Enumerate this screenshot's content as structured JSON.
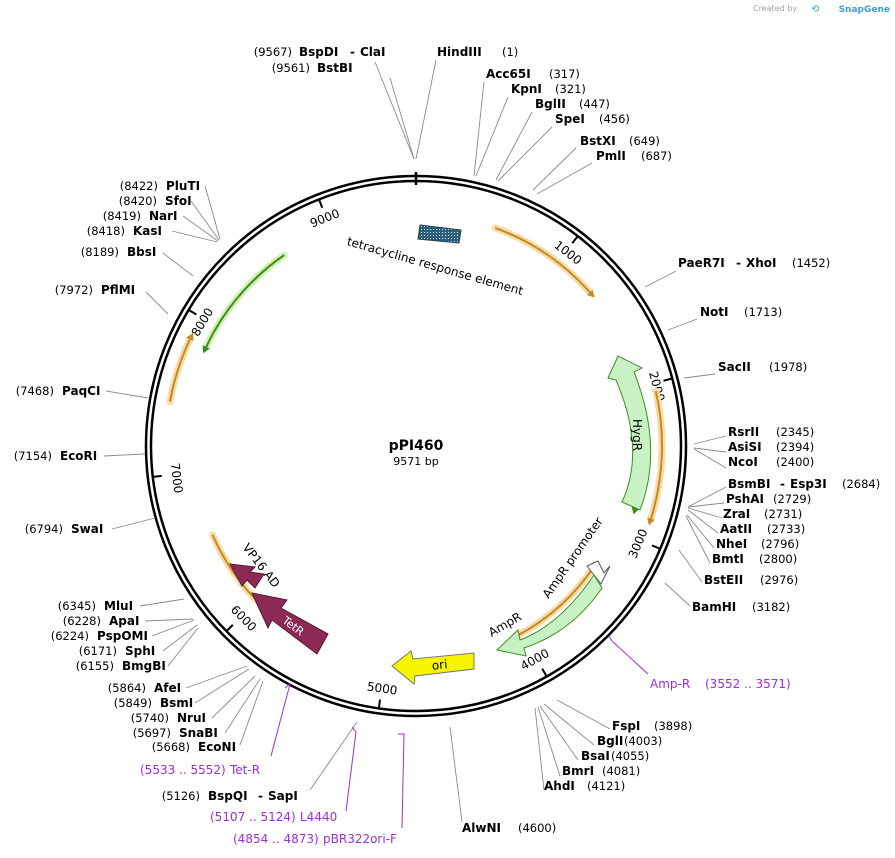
{
  "header": {
    "created_by": "Created by",
    "brand": "SnapGene"
  },
  "plasmid": {
    "name": "pPI460",
    "length_label": "9571 bp",
    "length": 9571
  },
  "ticks": [
    {
      "bp": 1000,
      "label": "1000"
    },
    {
      "bp": 2000,
      "label": "2000"
    },
    {
      "bp": 3000,
      "label": "3000"
    },
    {
      "bp": 4000,
      "label": "4000"
    },
    {
      "bp": 5000,
      "label": "5000"
    },
    {
      "bp": 6000,
      "label": "6000"
    },
    {
      "bp": 7000,
      "label": "7000"
    },
    {
      "bp": 8000,
      "label": "8000"
    },
    {
      "bp": 9000,
      "label": "9000"
    }
  ],
  "enzymes": [
    {
      "id": "bspdi",
      "label_name": "BspDI",
      "label_name2": "ClaI",
      "pos_text": "(9567)",
      "bp": 9567
    },
    {
      "id": "bstbi",
      "label_name": "BstBI",
      "pos_text": "(9561)",
      "bp": 9561
    },
    {
      "id": "hindiii",
      "label_name": "HindIII",
      "pos_text": "(1)",
      "bp": 1
    },
    {
      "id": "acc65i",
      "label_name": "Acc65I",
      "pos_text": "(317)",
      "bp": 317
    },
    {
      "id": "kpni",
      "label_name": "KpnI",
      "pos_text": "(321)",
      "bp": 321
    },
    {
      "id": "bglii",
      "label_name": "BglII",
      "pos_text": "(447)",
      "bp": 447
    },
    {
      "id": "spei",
      "label_name": "SpeI",
      "pos_text": "(456)",
      "bp": 456
    },
    {
      "id": "bstxi",
      "label_name": "BstXI",
      "pos_text": "(649)",
      "bp": 649
    },
    {
      "id": "pmli",
      "label_name": "PmlI",
      "pos_text": "(687)",
      "bp": 687
    },
    {
      "id": "paer7i",
      "label_name": "PaeR7I",
      "label_name2": "XhoI",
      "pos_text": "(1452)",
      "bp": 1452
    },
    {
      "id": "noti",
      "label_name": "NotI",
      "pos_text": "(1713)",
      "bp": 1713
    },
    {
      "id": "sacii",
      "label_name": "SacII",
      "pos_text": "(1978)",
      "bp": 1978
    },
    {
      "id": "rsrii",
      "label_name": "RsrII",
      "pos_text": "(2345)",
      "bp": 2345
    },
    {
      "id": "asisi",
      "label_name": "AsiSI",
      "pos_text": "(2394)",
      "bp": 2394
    },
    {
      "id": "ncoi",
      "label_name": "NcoI",
      "pos_text": "(2400)",
      "bp": 2400
    },
    {
      "id": "bsmbi",
      "label_name": "BsmBI",
      "label_name2": "Esp3I",
      "pos_text": "(2684)",
      "bp": 2684
    },
    {
      "id": "pshai",
      "label_name": "PshAI",
      "pos_text": "(2729)",
      "bp": 2729
    },
    {
      "id": "zrai",
      "label_name": "ZraI",
      "pos_text": "(2731)",
      "bp": 2731
    },
    {
      "id": "aatii",
      "label_name": "AatII",
      "pos_text": "(2733)",
      "bp": 2733
    },
    {
      "id": "nhei",
      "label_name": "NheI",
      "pos_text": "(2796)",
      "bp": 2796
    },
    {
      "id": "bmti",
      "label_name": "BmtI",
      "pos_text": "(2800)",
      "bp": 2800
    },
    {
      "id": "bsteii",
      "label_name": "BstEII",
      "pos_text": "(2976)",
      "bp": 2976
    },
    {
      "id": "bamhi",
      "label_name": "BamHI",
      "pos_text": "(3182)",
      "bp": 3182
    },
    {
      "id": "fspi",
      "label_name": "FspI",
      "pos_text": "(3898)",
      "bp": 3898
    },
    {
      "id": "bgli",
      "label_name": "BglI",
      "pos_text": "(4003)",
      "bp": 4003
    },
    {
      "id": "bsai",
      "label_name": "BsaI",
      "pos_text": "(4055)",
      "bp": 4055
    },
    {
      "id": "bmri",
      "label_name": "BmrI",
      "pos_text": "(4081)",
      "bp": 4081
    },
    {
      "id": "ahdi",
      "label_name": "AhdI",
      "pos_text": "(4121)",
      "bp": 4121
    },
    {
      "id": "alwni",
      "label_name": "AlwNI",
      "pos_text": "(4600)",
      "bp": 4600
    },
    {
      "id": "bspqi",
      "label_name": "BspQI",
      "label_name2": "SapI",
      "pos_text": "(5126)",
      "bp": 5126
    },
    {
      "id": "econi",
      "label_name": "EcoNI",
      "pos_text": "(5668)",
      "bp": 5668
    },
    {
      "id": "snabi",
      "label_name": "SnaBI",
      "pos_text": "(5697)",
      "bp": 5697
    },
    {
      "id": "brui",
      "label_name": "NruI",
      "pos_text": "(5740)",
      "bp": 5740
    },
    {
      "id": "bsmi",
      "label_name": "BsmI",
      "pos_text": "(5849)",
      "bp": 5849
    },
    {
      "id": "afei",
      "label_name": "AfeI",
      "pos_text": "(5864)",
      "bp": 5864
    },
    {
      "id": "bmgbi",
      "label_name": "BmgBI",
      "pos_text": "(6155)",
      "bp": 6155
    },
    {
      "id": "sphi",
      "label_name": "SphI",
      "pos_text": "(6171)",
      "bp": 6171
    },
    {
      "id": "pspomi",
      "label_name": "PspOMI",
      "pos_text": "(6224)",
      "bp": 6224
    },
    {
      "id": "apai",
      "label_name": "ApaI",
      "pos_text": "(6228)",
      "bp": 6228
    },
    {
      "id": "mlui",
      "label_name": "MluI",
      "pos_text": "(6345)",
      "bp": 6345
    },
    {
      "id": "swai",
      "label_name": "SwaI",
      "pos_text": "(6794)",
      "bp": 6794
    },
    {
      "id": "ecori",
      "label_name": "EcoRI",
      "pos_text": "(7154)",
      "bp": 7154
    },
    {
      "id": "paqci",
      "label_name": "PaqCI",
      "pos_text": "(7468)",
      "bp": 7468
    },
    {
      "id": "pflmi",
      "label_name": "PflMI",
      "pos_text": "(7972)",
      "bp": 7972
    },
    {
      "id": "bbsi",
      "label_name": "BbsI",
      "pos_text": "(8189)",
      "bp": 8189
    },
    {
      "id": "kasi",
      "label_name": "KasI",
      "pos_text": "(8418)",
      "bp": 8418
    },
    {
      "id": "nari",
      "label_name": "NarI",
      "pos_text": "(8419)",
      "bp": 8419
    },
    {
      "id": "sfoi",
      "label_name": "SfoI",
      "pos_text": "(8420)",
      "bp": 8420
    },
    {
      "id": "pluti",
      "label_name": "PluTI",
      "pos_text": "(8422)",
      "bp": 8422
    }
  ],
  "primers": [
    {
      "id": "ampr",
      "name": "Amp-R",
      "range": "(3552 .. 3571)"
    },
    {
      "id": "tetr",
      "name": "Tet-R",
      "range": "(5533 .. 5552)"
    },
    {
      "id": "l4440",
      "name": "L4440",
      "range": "(5107 .. 5124)"
    },
    {
      "id": "pbr322",
      "name": "pBR322ori-F",
      "range": "(4854 .. 4873)"
    }
  ],
  "features": {
    "tre": "tetracycline response element",
    "hygr": "HygR",
    "ampr_promoter": "AmpR promoter",
    "ampr": "AmpR",
    "ori": "ori",
    "tetr": "TetR",
    "vp16": "VP16 AD"
  },
  "colors": {
    "backbone": "#000000",
    "orf_orange": "#c78a1f",
    "orf_halo": "#f6dca8",
    "orf_green": "#3b8f1d",
    "orf_green_halo": "#d3f0b4",
    "hygr_fill": "#c9f2c4",
    "ampr_fill": "#c9f2c4",
    "ori_fill": "#f5f500",
    "tetr_fill": "#8c2a55",
    "primer": "#9a2fd6",
    "tre": "#2f5f76",
    "credit_brand": "#3aa0d8"
  }
}
